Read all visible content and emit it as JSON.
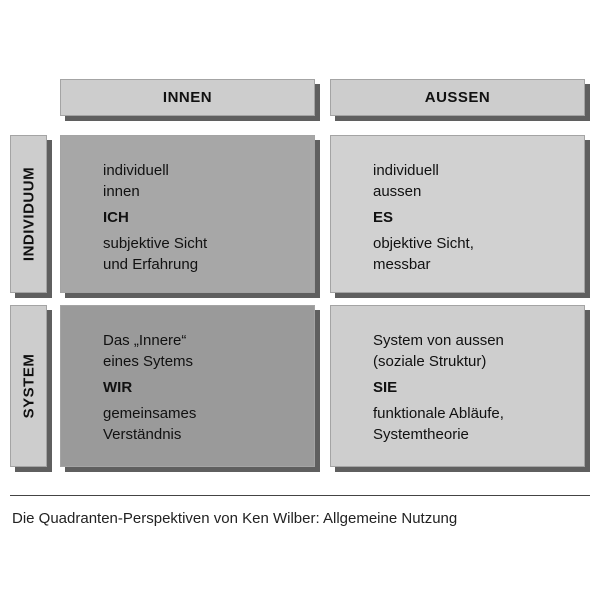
{
  "header": {
    "innen": "INNEN",
    "aussen": "AUSSEN"
  },
  "rows": {
    "individuum": "INDIVIDUUM",
    "system": "SYSTEM"
  },
  "quadrants": {
    "ich": {
      "line1": "individuell",
      "line2": "innen",
      "key": "ICH",
      "line3": "subjektive Sicht",
      "line4": "und Erfahrung"
    },
    "es": {
      "line1": "individuell",
      "line2": "aussen",
      "key": "ES",
      "line3": "objektive Sicht,",
      "line4": "messbar"
    },
    "wir": {
      "line1": "Das „Innere“",
      "line2": "eines Sytems",
      "key": "WIR",
      "line3": "gemeinsames",
      "line4": "Verständnis"
    },
    "sie": {
      "line1": "System von aussen",
      "line2": "(soziale Struktur)",
      "key": "SIE",
      "line3": "funktionale Abläufe,",
      "line4": "Systemtheorie"
    }
  },
  "caption": "Die Quadranten-Perspektiven von Ken Wilber: Allgemeine Nutzung"
}
